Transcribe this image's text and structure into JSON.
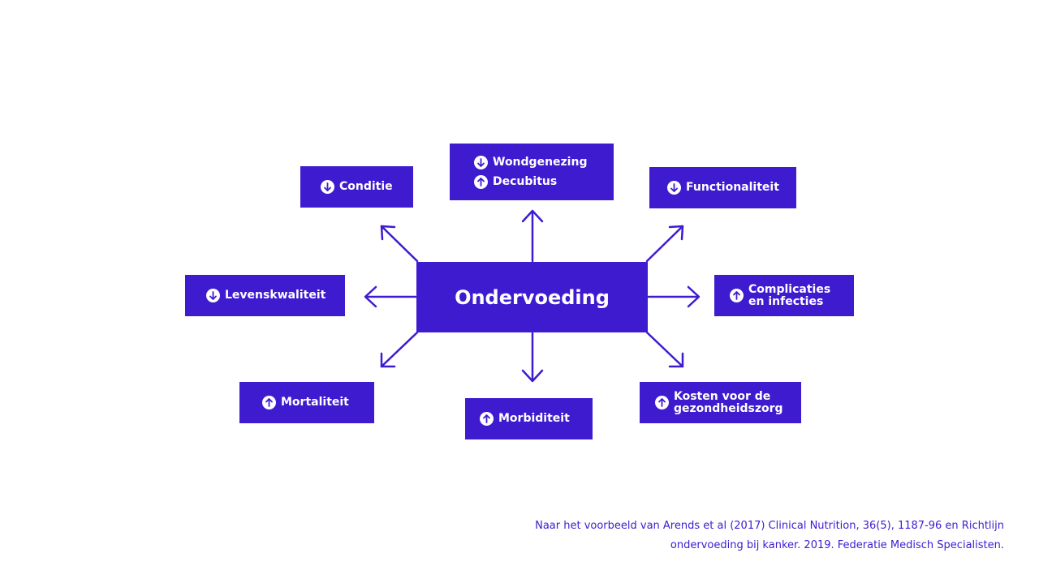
{
  "diagram": {
    "center": "Ondervoeding",
    "boxes": {
      "conditie": {
        "icon": "arrow-down-icon",
        "label": "Conditie"
      },
      "wondgenezing": {
        "icon": "arrow-down-icon",
        "label": "Wondgenezing"
      },
      "decubitus": {
        "icon": "arrow-up-icon",
        "label": "Decubitus"
      },
      "functionaliteit": {
        "icon": "arrow-down-icon",
        "label": "Functionaliteit"
      },
      "levenskwaliteit": {
        "icon": "arrow-down-icon",
        "label": "Levenskwaliteit"
      },
      "complicaties": {
        "icon": "arrow-up-icon",
        "line1": "Complicaties",
        "line2": "en infecties"
      },
      "mortaliteit": {
        "icon": "arrow-up-icon",
        "label": "Mortaliteit"
      },
      "morbiditeit": {
        "icon": "arrow-up-icon",
        "label": "Morbiditeit"
      },
      "kosten": {
        "icon": "arrow-up-icon",
        "line1": "Kosten voor de",
        "line2": "gezondheidszorg"
      }
    },
    "colors": {
      "accent": "#3f1bd0",
      "background": "#ffffff"
    }
  },
  "footnote": {
    "line1": "Naar het voorbeeld van Arends et al (2017) Clinical Nutrition, 36(5), 1187-96 en Richtlijn",
    "line2": "ondervoeding bij kanker. 2019. Federatie Medisch Specialisten."
  }
}
